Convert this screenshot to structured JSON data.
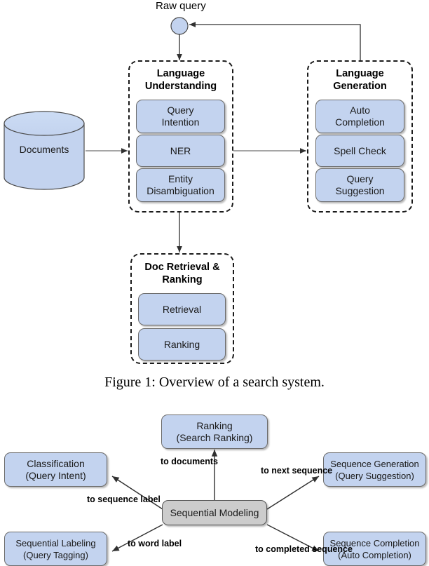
{
  "figure1": {
    "raw_query_label": "Raw query",
    "datastore": {
      "label": "Documents",
      "icon": "database-cylinder-icon"
    },
    "groups": [
      {
        "id": "language-understanding",
        "title_line1": "Language",
        "title_line2": "Understanding",
        "ellipsis": "······",
        "items": [
          {
            "line1": "Query",
            "line2": "Intention"
          },
          {
            "line1": "NER",
            "line2": ""
          },
          {
            "line1": "Entity",
            "line2": "Disambiguation"
          }
        ]
      },
      {
        "id": "language-generation",
        "title_line1": "Language",
        "title_line2": "Generation",
        "ellipsis": "······",
        "items": [
          {
            "line1": "Auto",
            "line2": "Completion"
          },
          {
            "line1": "Spell Check",
            "line2": ""
          },
          {
            "line1": "Query",
            "line2": "Suggestion"
          }
        ]
      },
      {
        "id": "doc-retrieval-ranking",
        "title_line1": "Doc Retrieval",
        "title_line2": "& Ranking",
        "ellipsis": "",
        "items": [
          {
            "line1": "Retrieval",
            "line2": ""
          },
          {
            "line1": "Ranking",
            "line2": ""
          }
        ]
      }
    ],
    "caption": "Figure 1: Overview of a search system."
  },
  "figure2": {
    "center": {
      "label": "Sequential Modeling"
    },
    "nodes": [
      {
        "id": "ranking",
        "line1": "Ranking",
        "line2": "(Search Ranking)"
      },
      {
        "id": "classification",
        "line1": "Classification",
        "line2": "(Query Intent)"
      },
      {
        "id": "sequence-generation",
        "line1": "Sequence Generation",
        "line2": "(Query Suggestion)"
      },
      {
        "id": "sequential-labeling",
        "line1": "Sequential Labeling",
        "line2": "(Query Tagging)"
      },
      {
        "id": "sequence-completion",
        "line1": "Sequence Completion",
        "line2": "(Auto Completion)"
      }
    ],
    "edge_labels": [
      {
        "id": "to-documents",
        "line1": "to",
        "line2": "documents"
      },
      {
        "id": "to-next-sequence",
        "line1": "to next",
        "line2": "sequence"
      },
      {
        "id": "to-sequence-label",
        "line1": "to sequence",
        "line2": "label"
      },
      {
        "id": "to-word-label",
        "line1": "to word",
        "line2": "label"
      },
      {
        "id": "to-completed-sequence",
        "line1": "to completed",
        "line2": "sequence"
      }
    ]
  },
  "colors": {
    "node_fill": "#c3d3ef",
    "node_fill_gray": "#cccccc",
    "node_stroke": "#6b6b6b",
    "group_stroke": "#1a1a1a",
    "line": "#404040",
    "text": "#1a1a1a"
  }
}
